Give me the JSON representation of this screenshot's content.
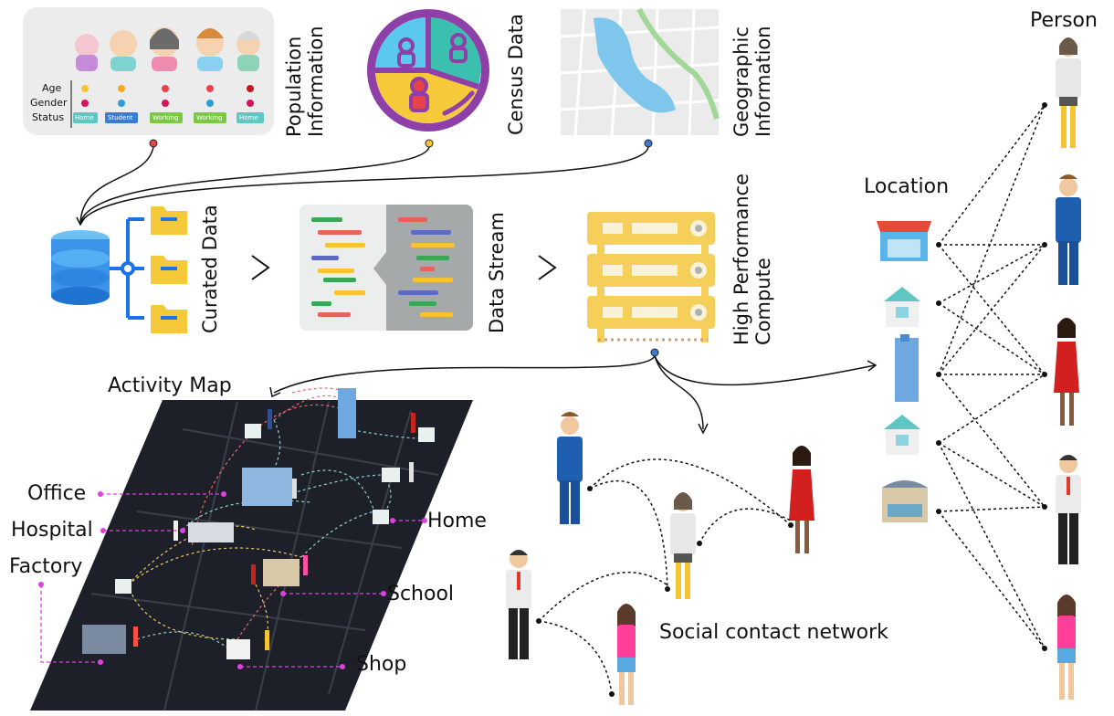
{
  "sources": {
    "population": {
      "line1": "Population",
      "line2": "Information"
    },
    "census": {
      "label": "Census Data"
    },
    "geographic": {
      "line1": "Geographic",
      "line2": "Information"
    }
  },
  "population_table": {
    "rows": [
      "Age",
      "Gender",
      "Status"
    ],
    "statuses": [
      "Home",
      "Student",
      "Working",
      "Working",
      "Home"
    ]
  },
  "pipeline": {
    "curated": "Curated Data",
    "stream": "Data Stream",
    "compute_line1": "High Performance",
    "compute_line2": "Compute"
  },
  "activity_map": {
    "title": "Activity Map",
    "labels": {
      "office": "Office",
      "hospital": "Hospital",
      "factory": "Factory",
      "home": "Home",
      "school": "School",
      "shop": "Shop"
    }
  },
  "network": {
    "label": "Social contact network"
  },
  "bipartite": {
    "location": "Location",
    "person": "Person"
  },
  "colors": {
    "red_dot": "#e8434a",
    "yellow_dot": "#f5c431",
    "blue_dot": "#3a7bd5",
    "map_bg": "#1d2029",
    "magenta": "#e040e0",
    "folder": "#f6c93a",
    "server": "#f6cf5a"
  }
}
